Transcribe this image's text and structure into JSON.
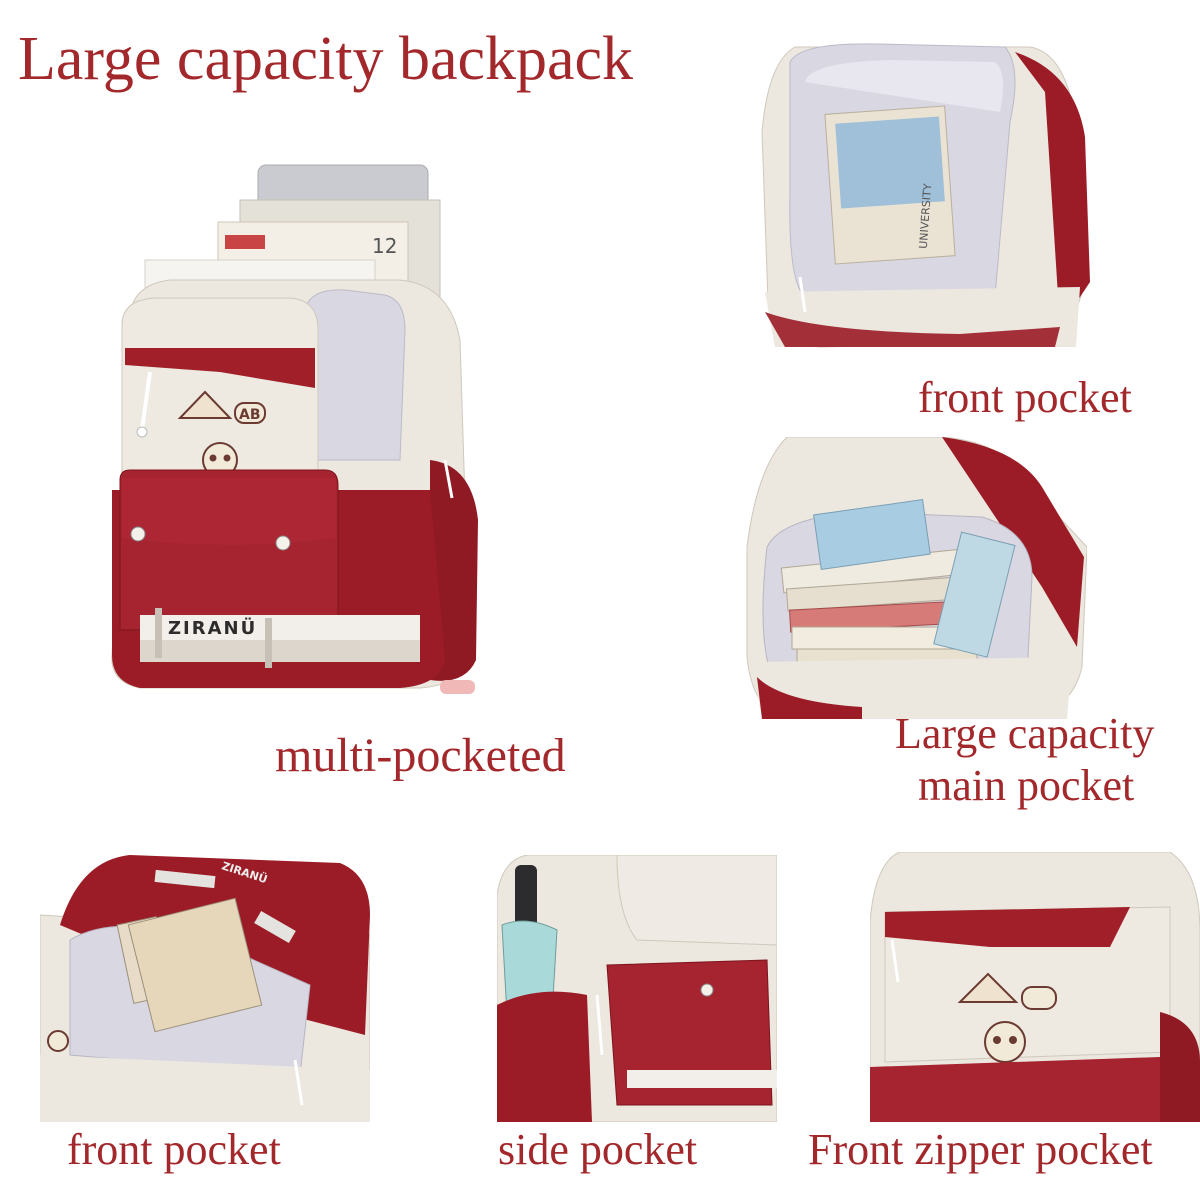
{
  "header": {
    "title": "Large capacity backpack"
  },
  "captions": {
    "main": "multi-pocketed",
    "top_right": "front pocket",
    "middle_right_line1": "Large capacity",
    "middle_right_line2": "main pocket",
    "bottom_left": "front pocket",
    "bottom_middle": "side pocket",
    "bottom_right": "Front zipper pocket"
  },
  "product": {
    "brand_label": "ZIRANÜ",
    "patch_letters": "AB"
  },
  "colors": {
    "caption": "#a3282b",
    "bag_red": "#9b1c26",
    "bag_cream": "#ece7df",
    "lining": "#d9d7e2"
  }
}
